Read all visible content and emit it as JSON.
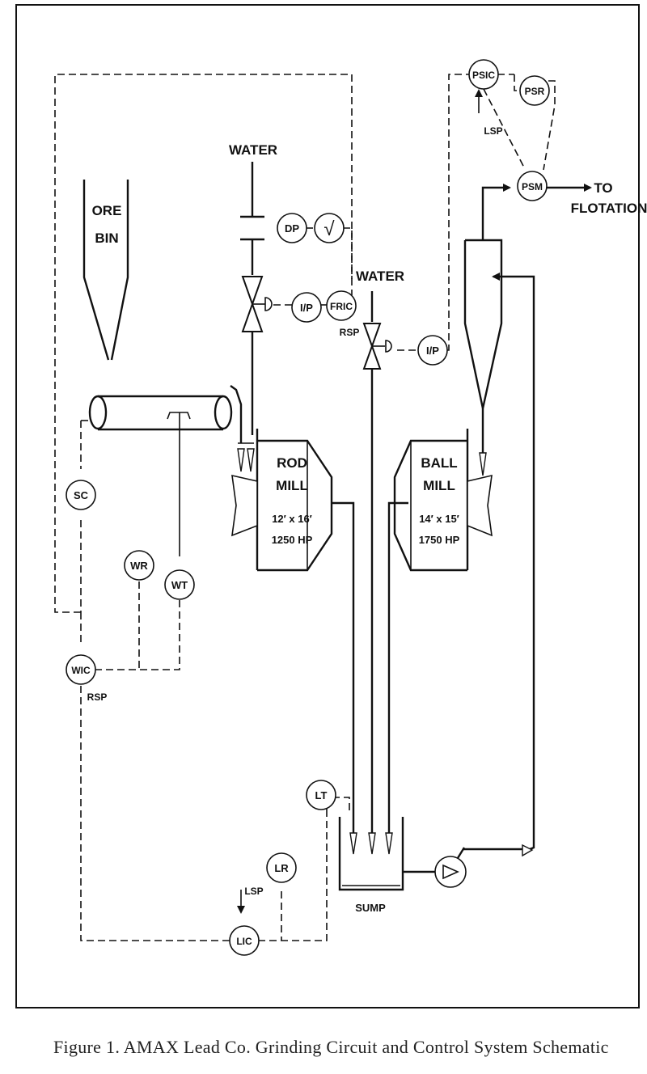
{
  "labels": {
    "water_top": "WATER",
    "water_mid": "WATER",
    "ore_bin_line1": "ORE",
    "ore_bin_line2": "BIN",
    "rod_mill_line1": "ROD",
    "rod_mill_line2": "MILL",
    "rod_mill_size": "12′ x 16′",
    "rod_mill_hp": "1250 HP",
    "ball_mill_line1": "BALL",
    "ball_mill_line2": "MILL",
    "ball_mill_size": "14′ x 15′",
    "ball_mill_hp": "1750 HP",
    "sump": "SUMP",
    "to_line1": "TO",
    "to_line2": "FLOTATION"
  },
  "instruments": {
    "dp": "DP",
    "sqrt": "√",
    "ip_main": "I/P",
    "ip_cyclone": "I/P",
    "fric": "FRIC",
    "fric_rsp": "RSP",
    "psic": "PSIC",
    "psic_lsp": "LSP",
    "psr": "PSR",
    "psm": "PSM",
    "sc": "SC",
    "wr": "WR",
    "wt": "WT",
    "wic": "WIC",
    "wic_rsp": "RSP",
    "lt": "LT",
    "lr": "LR",
    "lic": "LIC",
    "lic_lsp": "LSP"
  },
  "caption": "Figure 1.  AMAX Lead Co. Grinding Circuit and Control System Schematic"
}
